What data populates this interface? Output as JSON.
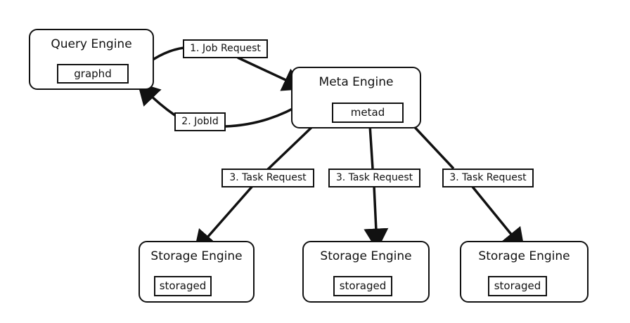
{
  "nodes": {
    "query": {
      "title": "Query Engine",
      "process": "graphd"
    },
    "meta": {
      "title": "Meta Engine",
      "process": "metad"
    },
    "storage": [
      {
        "title": "Storage Engine",
        "process": "storaged"
      },
      {
        "title": "Storage Engine",
        "process": "storaged"
      },
      {
        "title": "Storage Engine",
        "process": "storaged"
      }
    ]
  },
  "edges": {
    "job_request": "1. Job Request",
    "job_id": "2. JobId",
    "task_requests": [
      "3. Task Request",
      "3. Task Request",
      "3. Task Request"
    ]
  }
}
